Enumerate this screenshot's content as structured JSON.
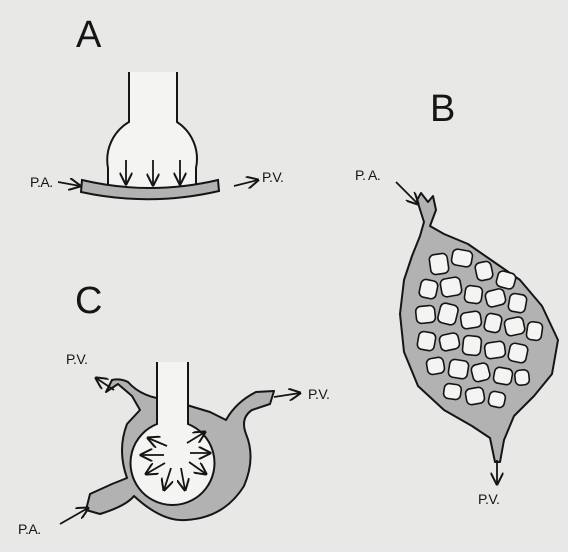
{
  "panels": {
    "a": {
      "letter": "A",
      "inflow": "P.A.",
      "outflow": "P.V."
    },
    "b": {
      "letter": "B",
      "inflow": "P. A.",
      "outflow": "P.V."
    },
    "c": {
      "letter": "C",
      "inflow": "P.A.",
      "outflow_left": "P.V.",
      "outflow_right": "P.V."
    }
  },
  "colors": {
    "background": "#e8e8e6",
    "ink": "#151515",
    "vessel_fill": "#b2b2b2",
    "alveolus_fill": "#f4f4f2"
  }
}
